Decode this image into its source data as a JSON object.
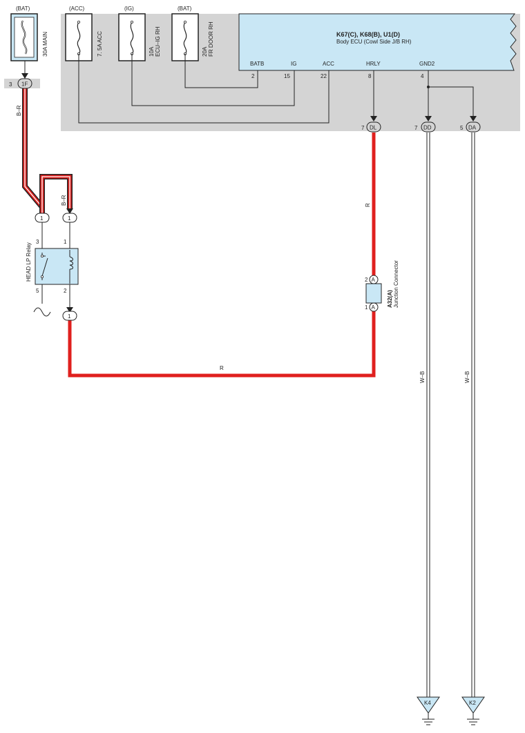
{
  "fuses": [
    {
      "source": "(BAT)",
      "label": "30A MAIN"
    },
    {
      "source": "(ACC)",
      "label": "7. 5A ACC"
    },
    {
      "source": "(IG)",
      "label_line1": "10A",
      "label_line2": "ECU–IG RH"
    },
    {
      "source": "(BAT)",
      "label_line1": "20A",
      "label_line2": "FR DOOR RH"
    }
  ],
  "ecu": {
    "title": "K67(C), K68(B), U1(D)",
    "subtitle": "Body ECU (Cowl Side J/B RH)",
    "terminals": [
      {
        "name": "BATB",
        "pin": "2"
      },
      {
        "name": "IG",
        "pin": "15"
      },
      {
        "name": "ACC",
        "pin": "22"
      },
      {
        "name": "HRLY",
        "pin": "8"
      },
      {
        "name": "GND2",
        "pin": "4"
      }
    ]
  },
  "connectors": {
    "c1f": {
      "pin": "3",
      "code": "1F"
    },
    "dl": {
      "pin": "7",
      "code": "DL"
    },
    "dd": {
      "pin": "7",
      "code": "DD"
    },
    "da": {
      "pin": "5",
      "code": "DA"
    },
    "relay_in_left": "1",
    "relay_in_right": "1",
    "relay_out": "1",
    "junction_top_pin": "2",
    "junction_top_code": "A",
    "junction_bottom_pin": "1",
    "junction_bottom_code": "A"
  },
  "relay": {
    "name": "HEAD LP Relay",
    "pin_3": "3",
    "pin_1": "1",
    "pin_5": "5",
    "pin_2": "2"
  },
  "junction": {
    "code": "A32(A)",
    "name": "Junction Connector"
  },
  "wires": {
    "br_left": "B–R",
    "br_right": "B–R",
    "r_vertical": "R",
    "r_horizontal": "R",
    "wb_left": "W–B",
    "wb_right": "W–B"
  },
  "grounds": [
    {
      "code": "K4"
    },
    {
      "code": "K2"
    }
  ],
  "colors": {
    "panel_gray": "#d4d4d4",
    "box_blue": "#c9e7f5",
    "wire_red": "#e0201e"
  }
}
